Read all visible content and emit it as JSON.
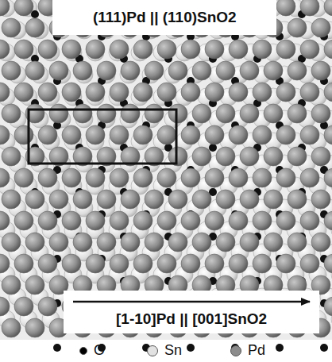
{
  "diagram": {
    "labels": [
      "(111)Pd || (110)SnO2",
      "[1-10]Pd || [001]SnO2"
    ],
    "legend": [
      {
        "text": "O",
        "color": "#000000"
      },
      {
        "text": "Sn",
        "color": "#e2e2e2"
      },
      {
        "text": "Pd",
        "color": "#8c8c8c"
      }
    ]
  }
}
